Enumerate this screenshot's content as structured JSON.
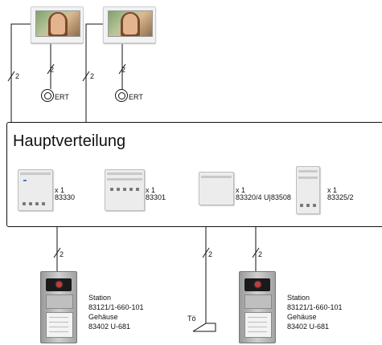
{
  "box_title": "Hauptverteilung",
  "monitors": [
    {
      "name": "monitor-1",
      "wires": "2"
    },
    {
      "name": "monitor-2",
      "wires": "2"
    }
  ],
  "ert_buttons": [
    {
      "label": "ERT",
      "wires": "2"
    },
    {
      "label": "ERT",
      "wires": "2"
    }
  ],
  "devices": [
    {
      "qty": "x 1",
      "code": "83330"
    },
    {
      "qty": "x 1",
      "code": "83301"
    },
    {
      "qty": "x 1",
      "code": "83320/4 U|83508"
    },
    {
      "qty": "x 1",
      "code": "83325/2"
    }
  ],
  "stations": [
    {
      "line1": "Station",
      "line2": "83121/1-660-101",
      "line3": "Gehäuse",
      "line4": "83402 U-681",
      "wires": "2"
    },
    {
      "line1": "Station",
      "line2": "83121/1-660-101",
      "line3": "Gehäuse",
      "line4": "83402 U-681",
      "wires": "2"
    }
  ],
  "door_opener": {
    "label": "Tö",
    "wires": "2"
  }
}
